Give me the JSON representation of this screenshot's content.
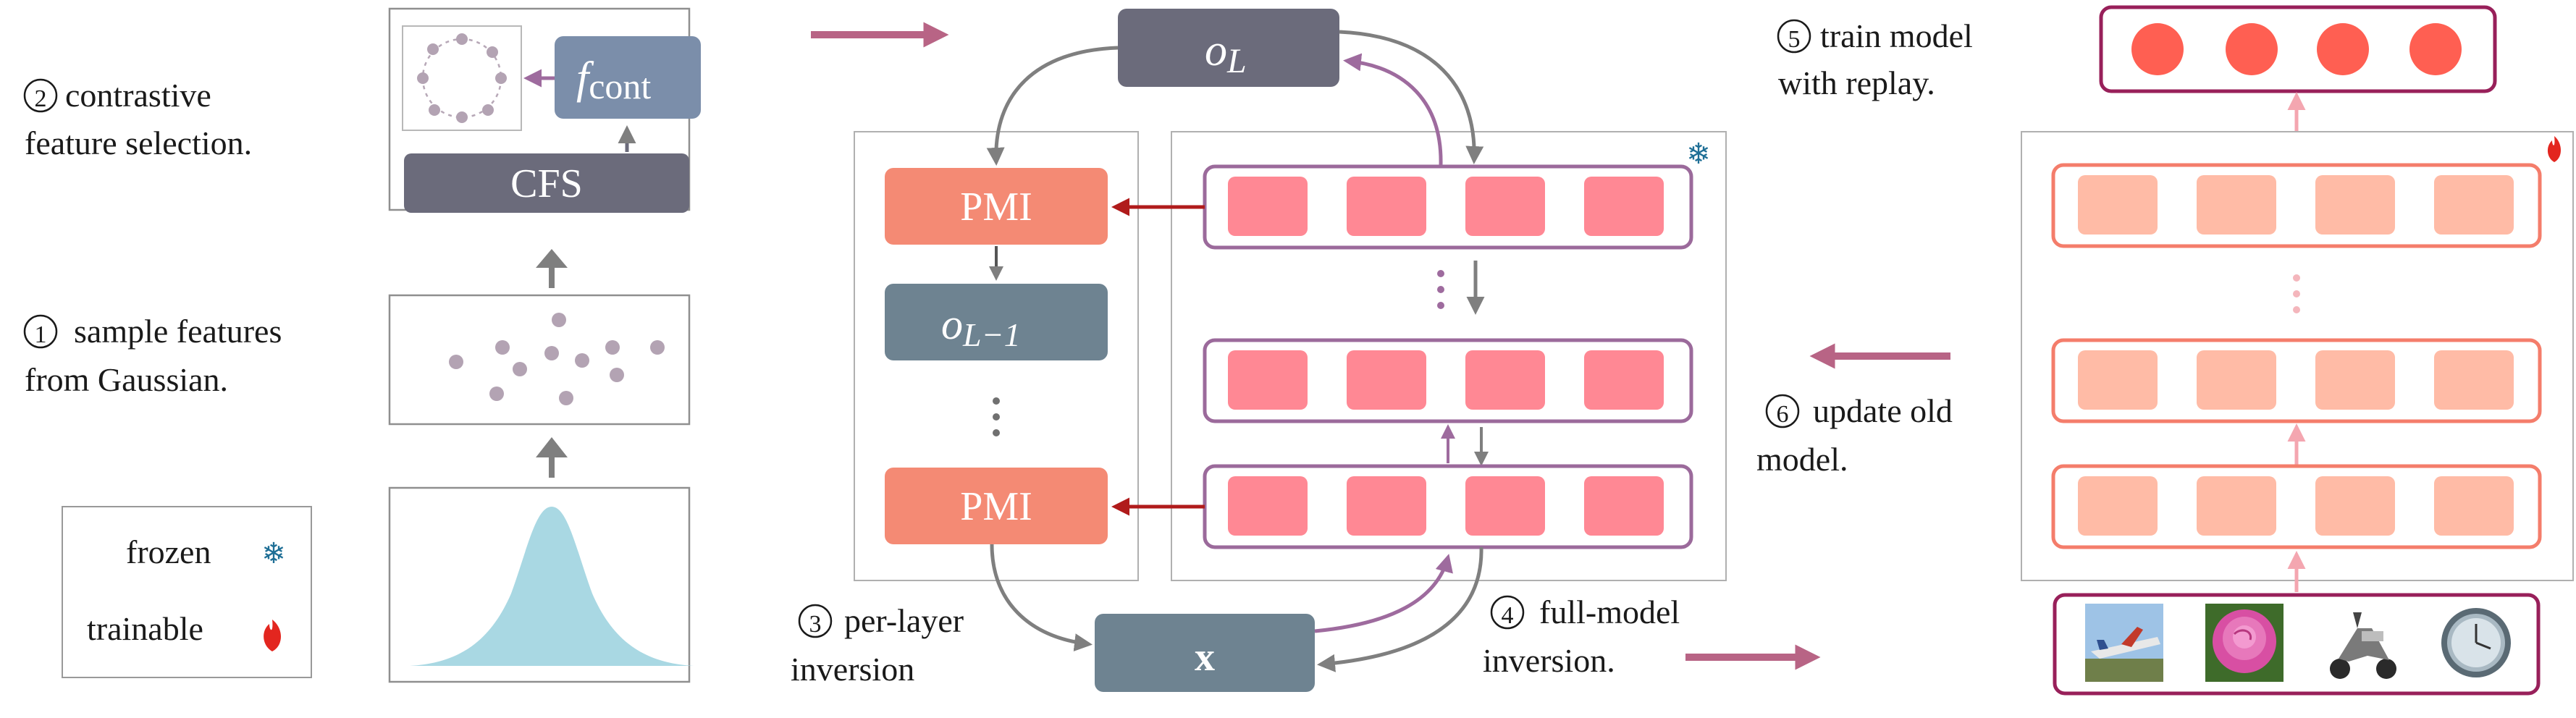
{
  "steps": {
    "step2": {
      "number": "2",
      "line1": "contrastive",
      "line2": "feature selection."
    },
    "step1": {
      "number": "1",
      "line1": "sample features",
      "line2": "from Gaussian."
    },
    "step3": {
      "number": "3",
      "line1": "per-layer",
      "line2": "inversion"
    },
    "step4": {
      "number": "4",
      "line1": "full-model",
      "line2": "inversion."
    },
    "step5": {
      "number": "5",
      "line1": "train model",
      "line2": "with replay."
    },
    "step6": {
      "number": "6",
      "line1": "update old",
      "line2": "model."
    }
  },
  "legend": {
    "frozen": "frozen",
    "trainable": "trainable"
  },
  "blocks": {
    "cfs": "CFS",
    "f_cont_base": "f",
    "f_cont_sub": "cont",
    "o_L_base": "o",
    "o_L_sub": "L",
    "o_L1_base": "o",
    "o_L1_sub": "L−1",
    "pmi_top": "PMI",
    "pmi_bottom": "PMI",
    "x": "x"
  },
  "icons": {
    "frozen": "snowflake-icon",
    "trainable": "flame-icon"
  },
  "colors": {
    "dark_block": "#6b6b7b",
    "slate_block": "#6e8391",
    "pmi": "#f48a74",
    "cell_frozen": "#ff8894",
    "cell_trainable": "#ffbba6",
    "row_frozen_border": "#9b6a9b",
    "row_trainable_border": "#f47d6b",
    "output_circle": "#ff5f52",
    "purple_arrow": "#9e6b9e",
    "red_arrow": "#b01b1b",
    "gray_arrow": "#7f7f7f",
    "pink_arrow": "#f4a6b0",
    "flow_arrow": "#b86485",
    "gaussian": "#a9d8e3",
    "dots": "#b3a3b3"
  }
}
